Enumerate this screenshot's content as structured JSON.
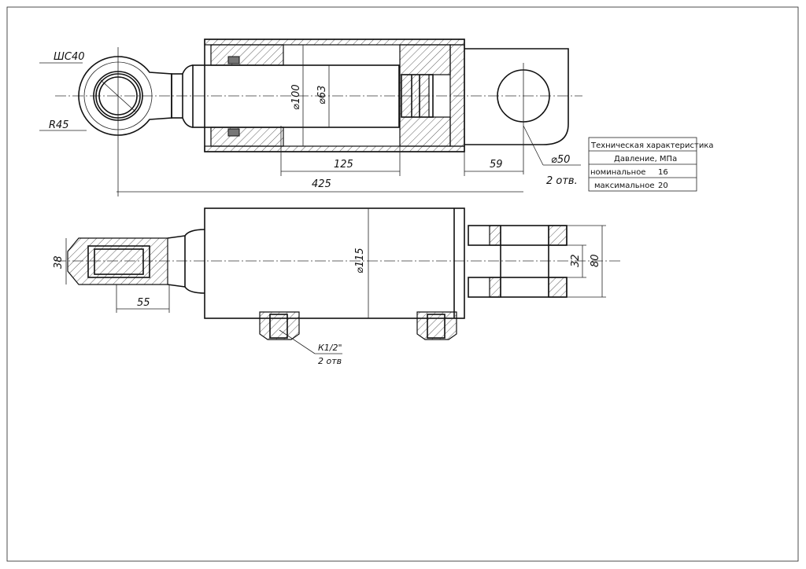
{
  "drawing": {
    "top_view": {
      "labels": {
        "bearing": "ШС40",
        "radius": "R45",
        "bore": "⌀100",
        "rod": "⌀63",
        "dim_stroke": "125",
        "dim_clevis": "59",
        "dim_total": "425",
        "hole_dia": "⌀50",
        "hole_count": "2 отв."
      }
    },
    "side_view": {
      "labels": {
        "eye_width": "38",
        "eye_length": "55",
        "body_dia": "⌀115",
        "clevis_gap": "32",
        "clevis_width": "80",
        "port_thread": "К1/2\"",
        "port_count": "2 отв"
      }
    },
    "spec_table": {
      "title": "Техническая характеристика",
      "header": "Давление, МПа",
      "rows": [
        {
          "label": "номинальное",
          "value": "16"
        },
        {
          "label": "максимальное",
          "value": "20"
        }
      ]
    }
  }
}
